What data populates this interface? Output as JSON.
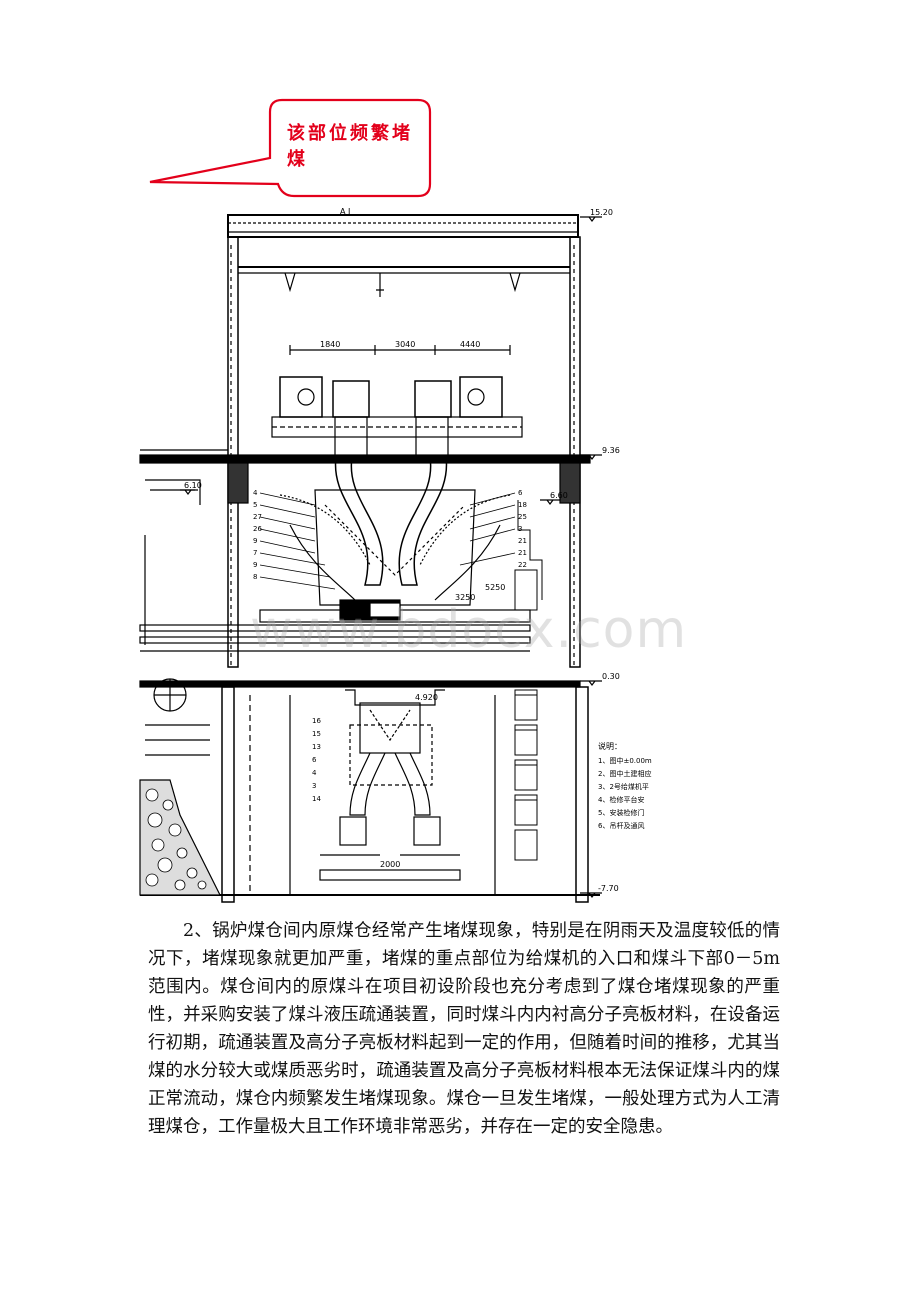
{
  "callout": {
    "text": "该部位频繁堵煤"
  },
  "drawing": {
    "section_label": "A I",
    "elev_top": "15.20",
    "elev_mid1": "9.36",
    "elev_mid2": "6.60",
    "elev_left": "6.10",
    "elev_ground": "0.30",
    "elev_bottom": "-7.70",
    "elev_hopper": "4.920",
    "dim_1": "1840",
    "dim_2": "3040",
    "dim_3": "4440",
    "dim_4": "3250",
    "dim_5": "5250",
    "dim_6": "2000",
    "notes_title": "说明：",
    "notes": [
      "1、图中±0.00m",
      "2、图中土建相应",
      "3、2号给煤机平",
      "4、检修平台安",
      "5、安装检修门",
      "6、吊杆及通风"
    ],
    "labels_left": [
      "4",
      "5",
      "27",
      "26",
      "9",
      "7",
      "9",
      "8"
    ],
    "labels_right": [
      "6",
      "18",
      "25",
      "3",
      "21",
      "21",
      "22"
    ],
    "labels_lower": [
      "16",
      "15",
      "13",
      "6",
      "4",
      "3",
      "14"
    ]
  },
  "watermark": "www.bdocx.com",
  "paragraph": {
    "text": "2、锅炉煤仓间内原煤仓经常产生堵煤现象，特别是在阴雨天及温度较低的情况下，堵煤现象就更加严重，堵煤的重点部位为给煤机的入口和煤斗下部0－5m范围内。煤仓间内的原煤斗在项目初设阶段也充分考虑到了煤仓堵煤现象的严重性，并采购安装了煤斗液压疏通装置，同时煤斗内内衬高分子亮板材料，在设备运行初期，疏通装置及高分子亮板材料起到一定的作用，但随着时间的推移，尤其当煤的水分较大或煤质恶劣时，疏通装置及高分子亮板材料根本无法保证煤斗内的煤正常流动，煤仓内频繁发生堵煤现象。煤仓一旦发生堵煤，一般处理方式为人工清理煤仓，工作量极大且工作环境非常恶劣，并存在一定的安全隐患。"
  }
}
